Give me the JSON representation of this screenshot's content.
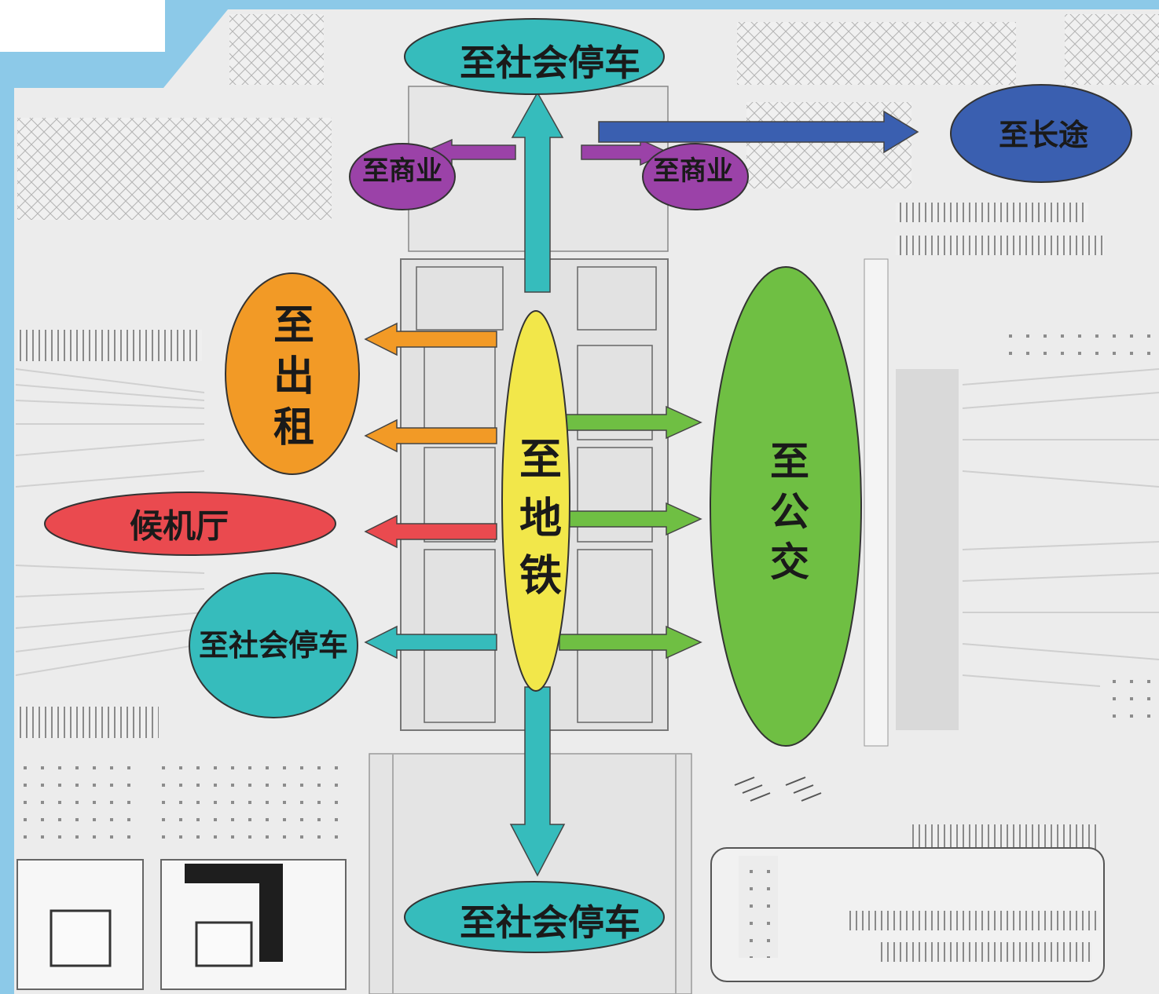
{
  "labels": {
    "parking_top": "至社会停车",
    "long_distance": "至长途",
    "commerce_left": "至商业",
    "commerce_right": "至商业",
    "taxi_1": "至",
    "taxi_2": "出",
    "taxi_3": "租",
    "waiting_hall": "候机厅",
    "parking_left": "至社会停车",
    "metro_1": "至",
    "metro_2": "地",
    "metro_3": "铁",
    "bus_1": "至",
    "bus_2": "公",
    "bus_3": "交",
    "parking_bottom": "至社会停车"
  },
  "colors": {
    "parking": "#36bcbc",
    "long_distance": "#3a5fb0",
    "commerce": "#9b42a8",
    "taxi": "#f29a26",
    "waiting_hall": "#ea4a4f",
    "metro": "#f2e74a",
    "bus": "#6fbf43",
    "frame": "#8cc9e8",
    "map_bg": "#ececec"
  }
}
